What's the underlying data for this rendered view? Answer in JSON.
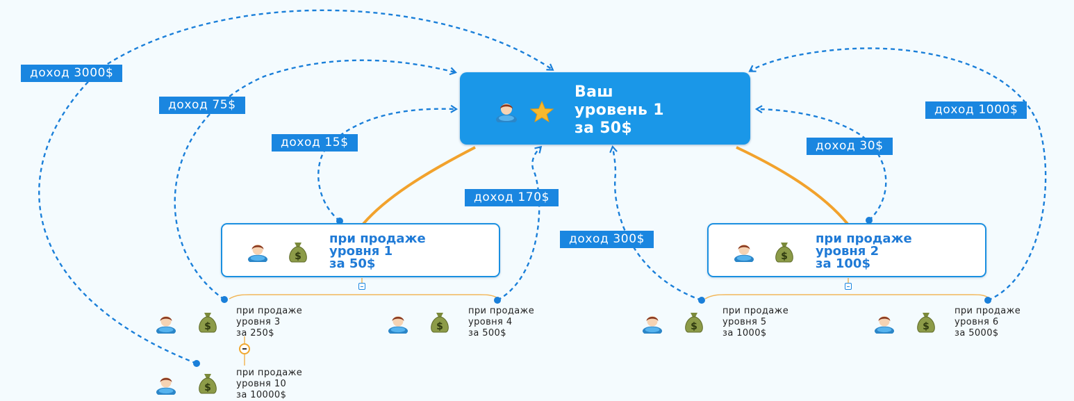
{
  "root": {
    "lines": [
      "Ваш",
      "уровень 1",
      "за 50$"
    ],
    "icons": [
      "person-icon",
      "star-icon"
    ],
    "fill_color": "#1a97e8"
  },
  "level1": [
    {
      "lines": [
        "при продаже",
        "уровня 1",
        "за 50$"
      ],
      "icons": [
        "person-icon",
        "money-bag-icon"
      ]
    },
    {
      "lines": [
        "при продаже",
        "уровня 2",
        "за 100$"
      ],
      "icons": [
        "person-icon",
        "money-bag-icon"
      ]
    }
  ],
  "leaves": [
    {
      "lines": [
        "при продаже",
        "уровня 3",
        "за 250$"
      ]
    },
    {
      "lines": [
        "при продаже",
        "уровня 4",
        "за 500$"
      ]
    },
    {
      "lines": [
        "при продаже",
        "уровня 5",
        "за 1000$"
      ]
    },
    {
      "lines": [
        "при продаже",
        "уровня 6",
        "за 5000$"
      ]
    },
    {
      "lines": [
        "при продаже",
        "уровня 10",
        "за 10000$"
      ]
    }
  ],
  "income_labels": [
    "доход 3000$",
    "доход 75$",
    "доход 15$",
    "доход 170$",
    "доход 300$",
    "доход 30$",
    "доход 1000$"
  ],
  "colors": {
    "connector": "#f2a22c",
    "dashed_arrow": "#1a7fd9",
    "label_bg": "#1a86e0",
    "node_text": "#1f7ad6"
  }
}
